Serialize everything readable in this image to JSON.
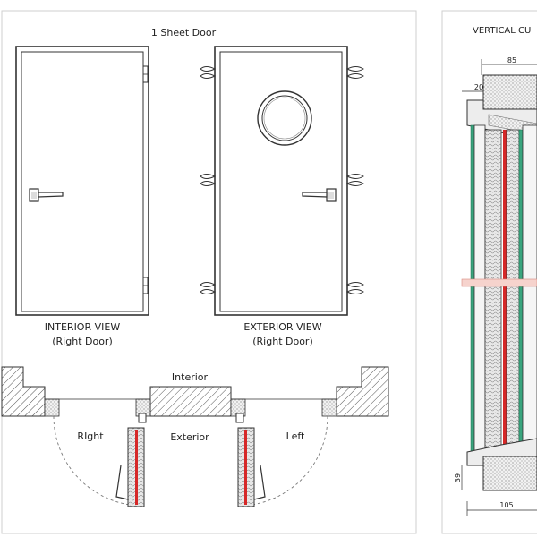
{
  "left_panel": {
    "title": "1 Sheet Door",
    "interior_view": {
      "title": "INTERIOR VIEW",
      "subtitle": "(Right Door)"
    },
    "exterior_view": {
      "title": "EXTERIOR VIEW",
      "subtitle": "(Right Door)"
    },
    "plan": {
      "interior_label": "Interior",
      "exterior_label": "Exterior",
      "right_label": "RIght",
      "left_label": "Left"
    }
  },
  "right_panel": {
    "title": "VERTICAL CU",
    "dimensions": {
      "top_width": "85",
      "top_small": "20",
      "bottom_height": "39",
      "bottom_width": "105"
    }
  },
  "colors": {
    "insulation": "#3aa57e",
    "core_red": "#d62828",
    "frame_line": "#333333",
    "hatch": "#555555"
  }
}
